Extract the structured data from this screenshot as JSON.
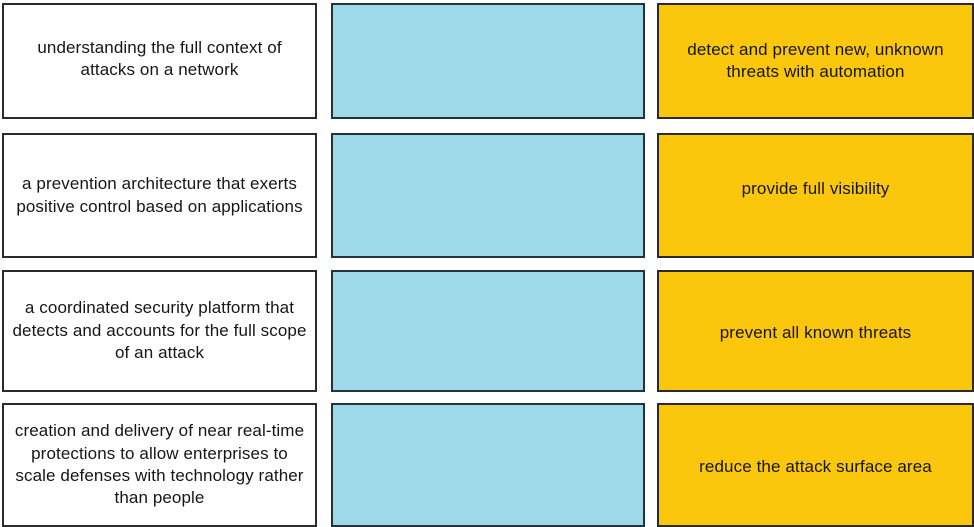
{
  "exercise": {
    "type": "drag-and-drop-matching",
    "columns": {
      "prompt_label": "definition",
      "drop_label": "drop-target",
      "answer_label": "term"
    },
    "colors": {
      "prompt_background": "#ffffff",
      "drop_background": "#9dd9e8",
      "answer_background": "#fbc70c",
      "border": "#2b2b2b",
      "text": "#161616"
    },
    "rows": [
      {
        "prompt": "understanding the full context of attacks on a network",
        "drop": "",
        "answer": "detect and prevent new, unknown threats with automation"
      },
      {
        "prompt": "a prevention architecture that exerts positive control based on applications",
        "drop": "",
        "answer": "provide full visibility"
      },
      {
        "prompt": "a coordinated security platform that detects and accounts for the full scope of an attack",
        "drop": "",
        "answer": "prevent all known threats"
      },
      {
        "prompt": "creation and delivery of near real-time protections to allow enterprises to scale defenses with technology rather than people",
        "drop": "",
        "answer": "reduce the attack surface area"
      }
    ]
  }
}
